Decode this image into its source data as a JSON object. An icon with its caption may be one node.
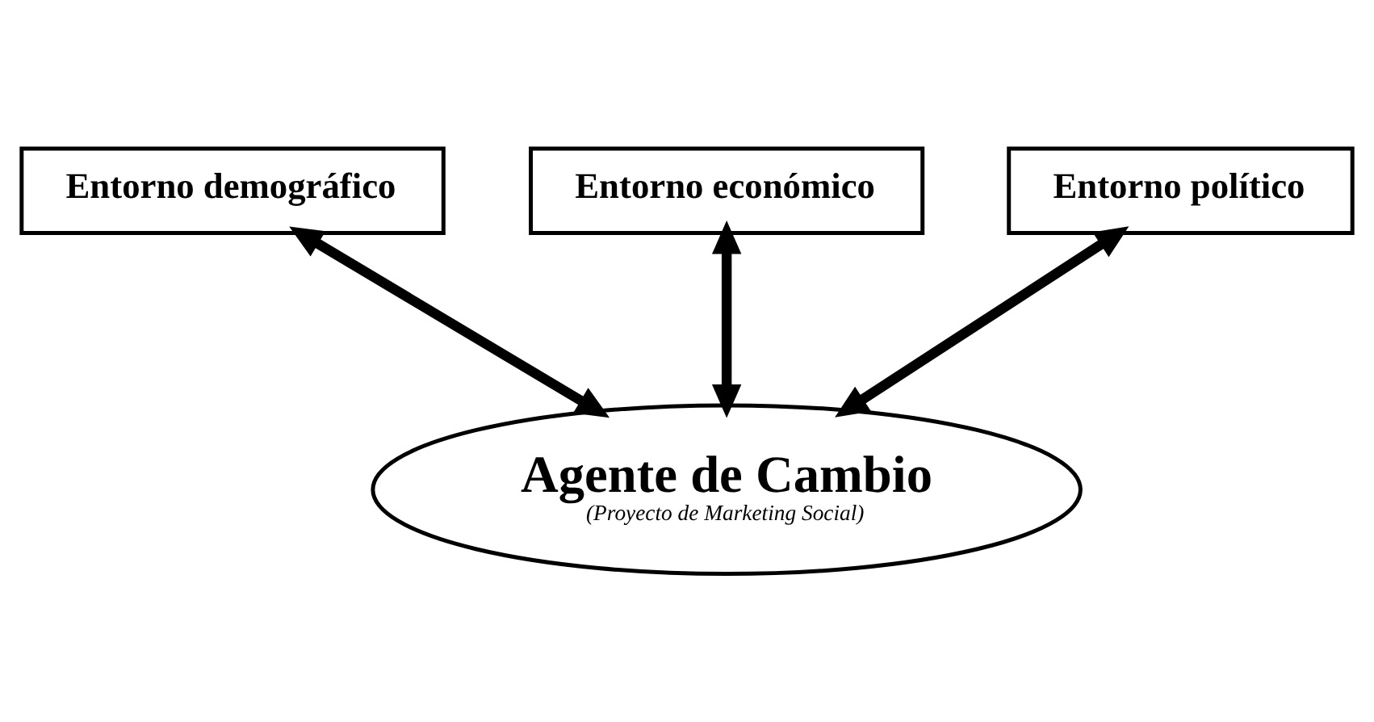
{
  "diagram": {
    "nodes": [
      {
        "text": [
          "Entorno demográfico"
        ]
      },
      {
        "text": [
          "Entorno económico"
        ]
      },
      {
        "text": [
          "Entorno político"
        ]
      },
      {
        "text": [
          "Agente de Cambio",
          "(Proyecto de Marketing Social)"
        ]
      }
    ],
    "edges": [
      {
        "from": 3,
        "to": 0,
        "arrow": "both"
      },
      {
        "from": 3,
        "to": 1,
        "arrow": "both"
      },
      {
        "from": 3,
        "to": 2,
        "arrow": "both"
      }
    ]
  }
}
